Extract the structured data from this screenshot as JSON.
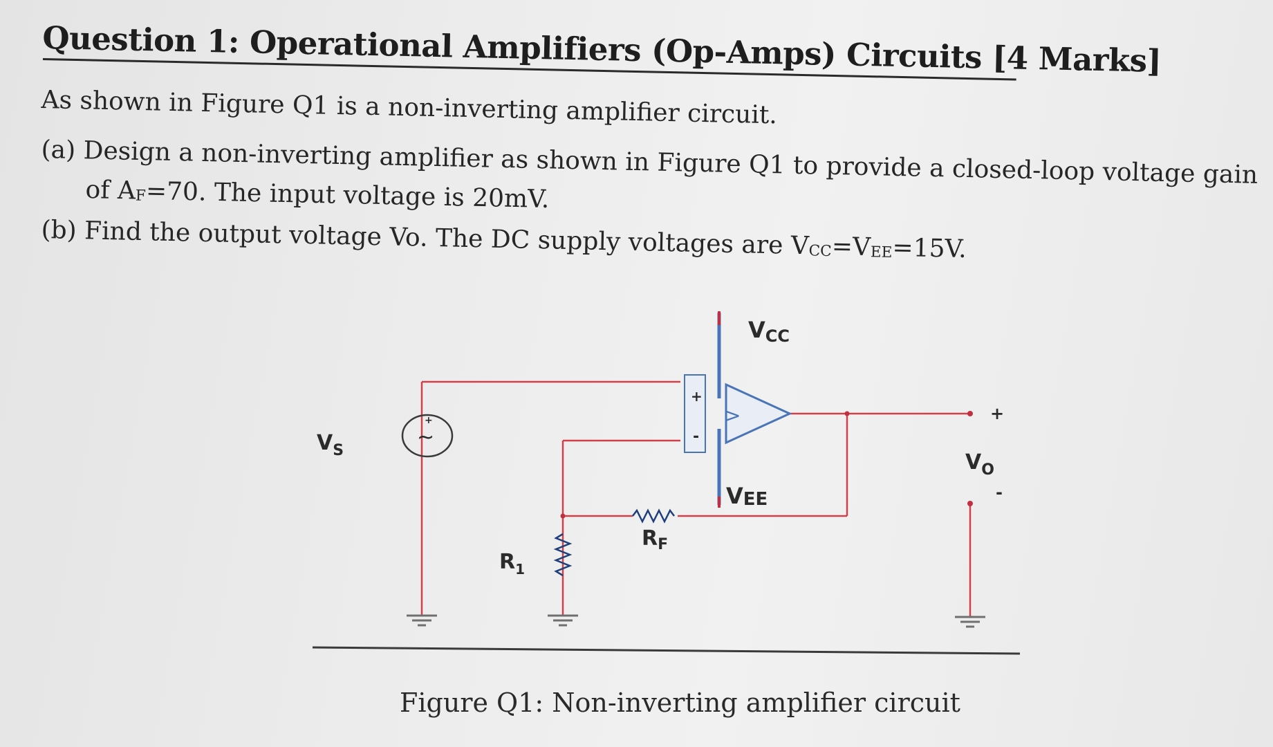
{
  "question": {
    "title": "Question 1: Operational Amplifiers (Op-Amps) Circuits [4 Marks]",
    "intro": "As shown in Figure Q1 is a non-inverting amplifier circuit.",
    "part_a": {
      "label": "(a)",
      "line1": "Design a non-inverting amplifier as shown in Figure Q1 to provide a closed-loop voltage gain",
      "line2_prefix": "of A",
      "line2_sub": "F",
      "line2_suffix": "=70. The input voltage is 20mV."
    },
    "part_b": {
      "label": "(b)",
      "text_prefix": "Find the output voltage Vo. The DC supply voltages are V",
      "cc_sub": "CC",
      "eq": "=V",
      "ee_sub": "EE",
      "text_suffix": "=15V."
    }
  },
  "figure": {
    "vcc_main": "V",
    "vcc_sub": "CC",
    "vee_main": "V",
    "vee_sub": "EE",
    "vs_main": "V",
    "vs_sub": "S",
    "r1_main": "R",
    "r1_sub": "1",
    "rf_main": "R",
    "rf_sub": "F",
    "vo_main": "V",
    "vo_sub": "O",
    "plus": "+",
    "minus": "-",
    "tilde": "~",
    "caption": "Figure Q1: Non-inverting amplifier circuit",
    "colors": {
      "wire": "#d0404a",
      "ground": "#6f6f6f",
      "opamp_rail": "#4a74b8",
      "component": "#1e3f7a",
      "text": "#262626"
    }
  }
}
